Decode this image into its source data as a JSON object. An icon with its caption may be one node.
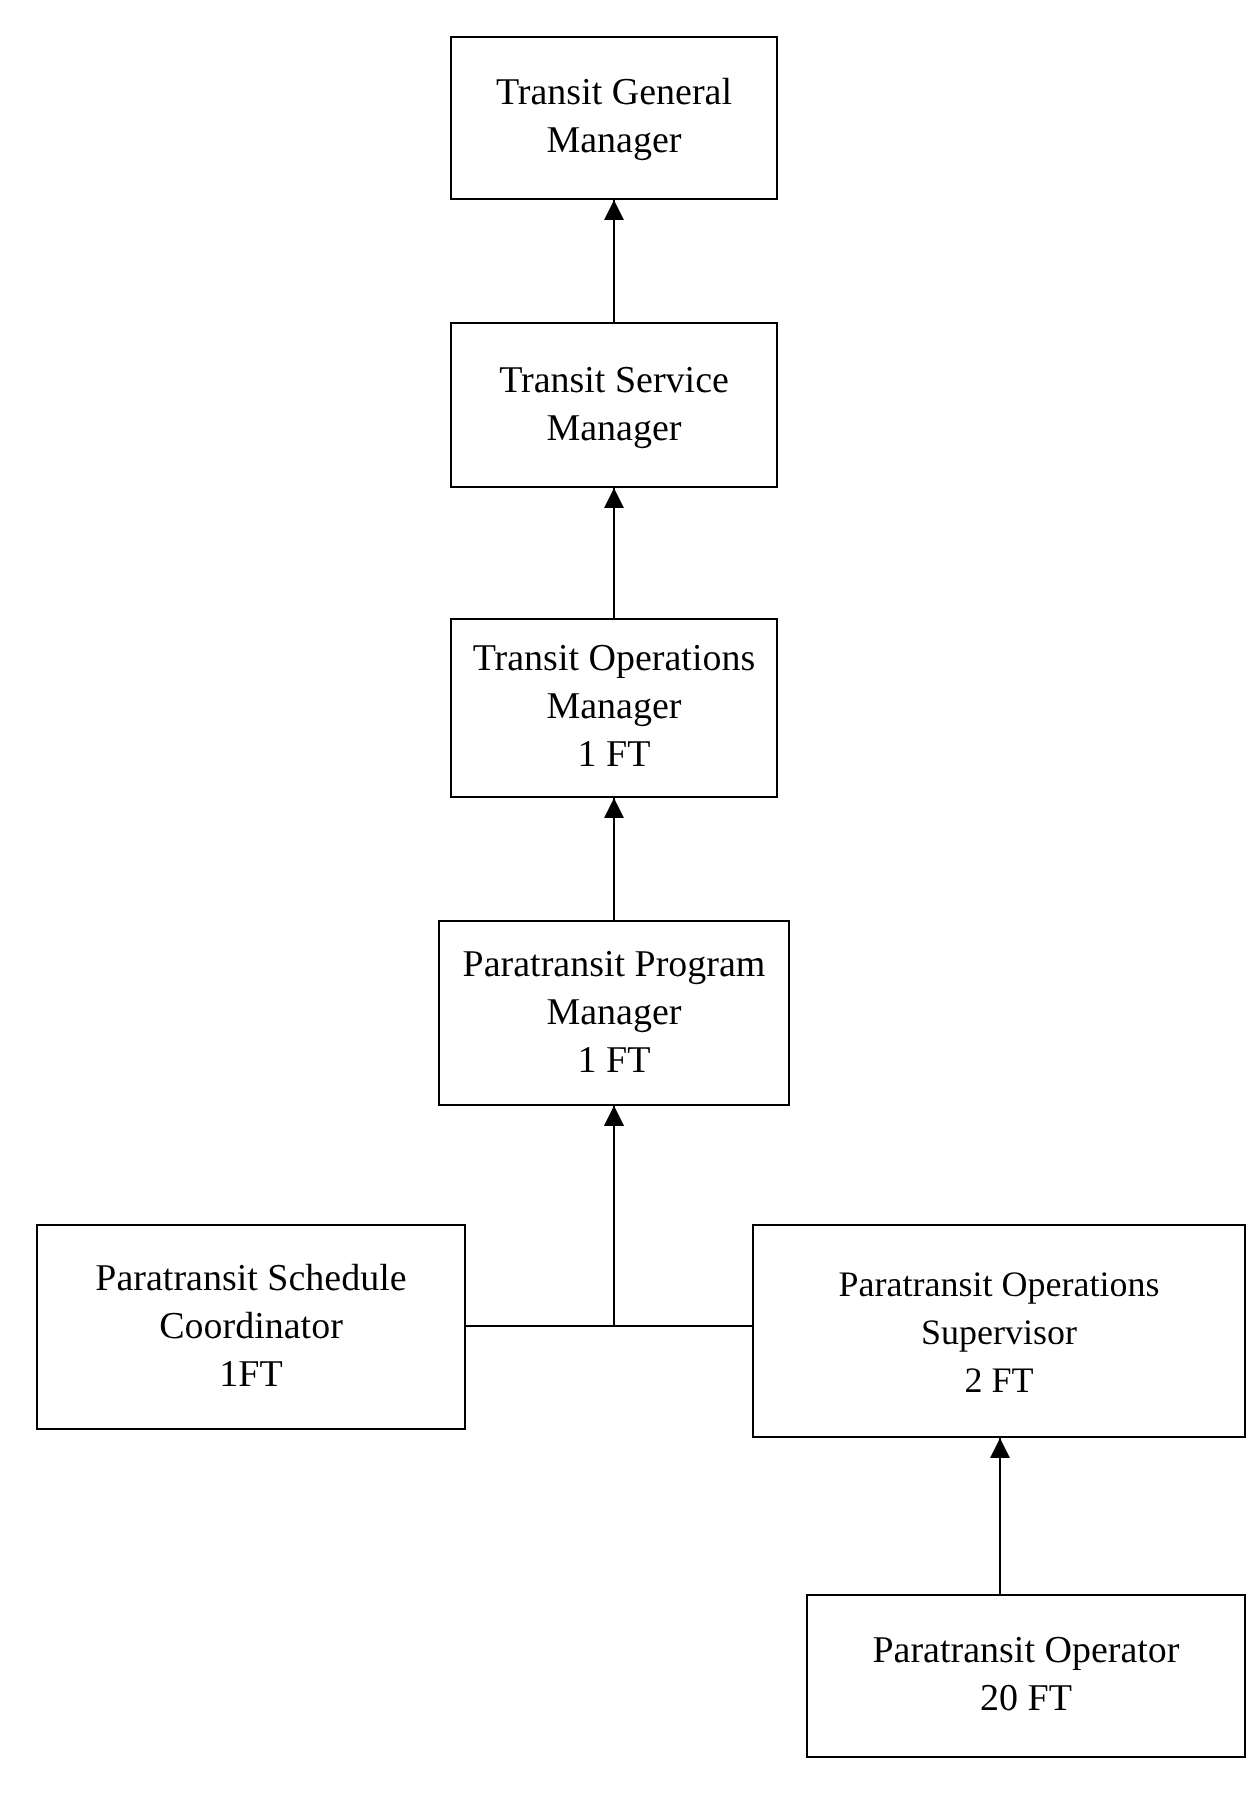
{
  "diagram": {
    "nodes": [
      {
        "text": [
          "Transit General Manager"
        ]
      },
      {
        "text": [
          "Transit Service Manager"
        ]
      },
      {
        "text": [
          "Transit Operations Manager",
          "1 FT"
        ]
      },
      {
        "text": [
          "Paratransit Program Manager",
          "1 FT"
        ]
      },
      {
        "text": [
          "Paratransit Schedule Coordinator",
          "1FT"
        ]
      },
      {
        "text": [
          "Paratransit Operations Supervisor",
          "2 FT"
        ]
      },
      {
        "text": [
          "Paratransit Operator",
          "20 FT"
        ]
      }
    ],
    "edges": [
      {
        "from": 1,
        "to": 0,
        "arrow": "to"
      },
      {
        "from": 2,
        "to": 1,
        "arrow": "to"
      },
      {
        "from": 3,
        "to": 2,
        "arrow": "to"
      },
      {
        "from": 4,
        "to": 3,
        "arrow": "to"
      },
      {
        "from": 5,
        "to": 3,
        "arrow": "to"
      },
      {
        "from": 6,
        "to": 5,
        "arrow": "to"
      }
    ]
  }
}
